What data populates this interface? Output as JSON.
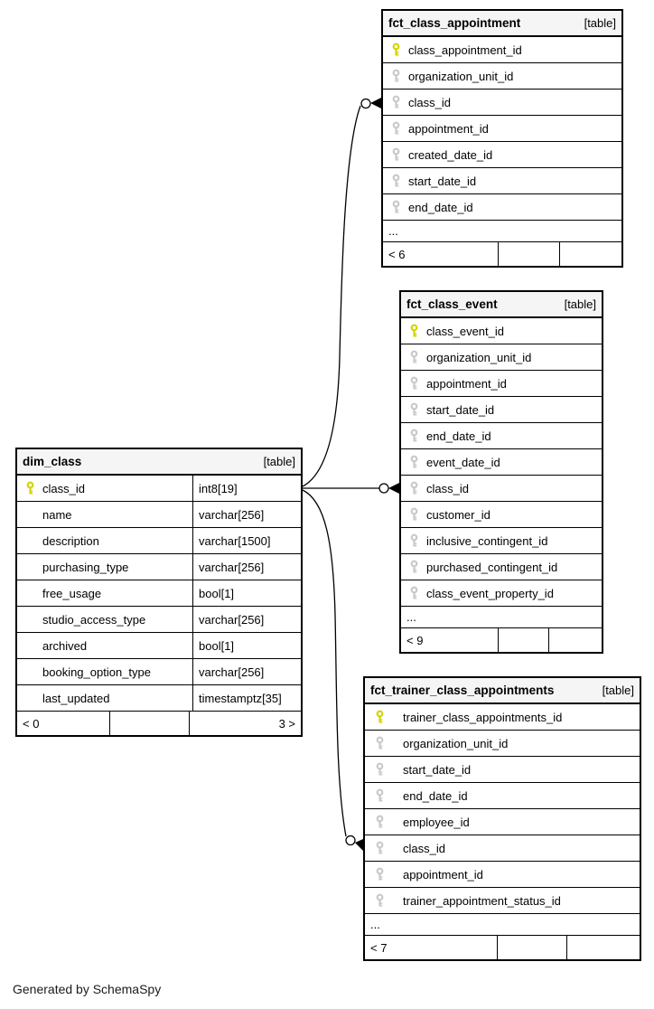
{
  "diagram": {
    "generator_note": "Generated by SchemaSpy",
    "colors": {
      "primary_key": "#d4d400",
      "foreign_key": "#c9c9c9",
      "header_bg": "#f5f5f5",
      "border": "#000000"
    },
    "tables": [
      {
        "name": "fct_class_appointment",
        "badge": "[table]",
        "columns": [
          {
            "name": "class_appointment_id",
            "key": "pk"
          },
          {
            "name": "organization_unit_id",
            "key": "fk"
          },
          {
            "name": "class_id",
            "key": "fk"
          },
          {
            "name": "appointment_id",
            "key": "fk"
          },
          {
            "name": "created_date_id",
            "key": "fk"
          },
          {
            "name": "start_date_id",
            "key": "fk"
          },
          {
            "name": "end_date_id",
            "key": "fk"
          }
        ],
        "ellipsis": "...",
        "footer": [
          "< 6",
          "",
          ""
        ]
      },
      {
        "name": "fct_class_event",
        "badge": "[table]",
        "columns": [
          {
            "name": "class_event_id",
            "key": "pk"
          },
          {
            "name": "organization_unit_id",
            "key": "fk"
          },
          {
            "name": "appointment_id",
            "key": "fk"
          },
          {
            "name": "start_date_id",
            "key": "fk"
          },
          {
            "name": "end_date_id",
            "key": "fk"
          },
          {
            "name": "event_date_id",
            "key": "fk"
          },
          {
            "name": "class_id",
            "key": "fk"
          },
          {
            "name": "customer_id",
            "key": "fk"
          },
          {
            "name": "inclusive_contingent_id",
            "key": "fk"
          },
          {
            "name": "purchased_contingent_id",
            "key": "fk"
          },
          {
            "name": "class_event_property_id",
            "key": "fk"
          }
        ],
        "ellipsis": "...",
        "footer": [
          "< 9",
          "",
          ""
        ]
      },
      {
        "name": "dim_class",
        "badge": "[table]",
        "columns": [
          {
            "name": "class_id",
            "key": "pk",
            "type": "int8[19]"
          },
          {
            "name": "name",
            "type": "varchar[256]"
          },
          {
            "name": "description",
            "type": "varchar[1500]"
          },
          {
            "name": "purchasing_type",
            "type": "varchar[256]"
          },
          {
            "name": "free_usage",
            "type": "bool[1]"
          },
          {
            "name": "studio_access_type",
            "type": "varchar[256]"
          },
          {
            "name": "archived",
            "type": "bool[1]"
          },
          {
            "name": "booking_option_type",
            "type": "varchar[256]"
          },
          {
            "name": "last_updated",
            "type": "timestamptz[35]"
          }
        ],
        "footer": [
          "< 0",
          "",
          "3 >"
        ]
      },
      {
        "name": "fct_trainer_class_appointments",
        "badge": "[table]",
        "columns": [
          {
            "name": "trainer_class_appointments_id",
            "key": "pk"
          },
          {
            "name": "organization_unit_id",
            "key": "fk"
          },
          {
            "name": "start_date_id",
            "key": "fk"
          },
          {
            "name": "end_date_id",
            "key": "fk"
          },
          {
            "name": "employee_id",
            "key": "fk"
          },
          {
            "name": "class_id",
            "key": "fk"
          },
          {
            "name": "appointment_id",
            "key": "fk"
          },
          {
            "name": "trainer_appointment_status_id",
            "key": "fk"
          }
        ],
        "ellipsis": "...",
        "footer": [
          "< 7",
          "",
          ""
        ]
      }
    ]
  }
}
